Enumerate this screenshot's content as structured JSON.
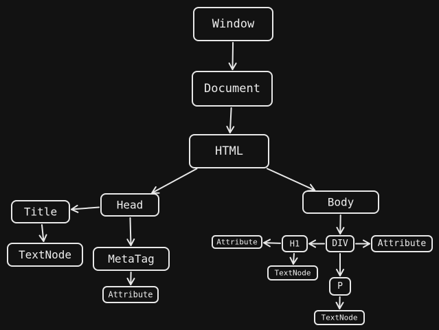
{
  "diagram": {
    "nodes": [
      {
        "id": "window",
        "label": "Window"
      },
      {
        "id": "document",
        "label": "Document"
      },
      {
        "id": "html",
        "label": "HTML"
      },
      {
        "id": "head",
        "label": "Head"
      },
      {
        "id": "body",
        "label": "Body"
      },
      {
        "id": "title",
        "label": "Title"
      },
      {
        "id": "title-textnode",
        "label": "TextNode"
      },
      {
        "id": "metatag",
        "label": "MetaTag"
      },
      {
        "id": "metatag-attribute",
        "label": "Attribute"
      },
      {
        "id": "div",
        "label": "DIV"
      },
      {
        "id": "h1",
        "label": "H1"
      },
      {
        "id": "h1-attribute",
        "label": "Attribute"
      },
      {
        "id": "div-attribute",
        "label": "Attribute"
      },
      {
        "id": "h1-textnode",
        "label": "TextNode"
      },
      {
        "id": "p",
        "label": "P"
      },
      {
        "id": "p-textnode",
        "label": "TextNode"
      }
    ],
    "edges": [
      {
        "from": "window",
        "to": "document"
      },
      {
        "from": "document",
        "to": "html"
      },
      {
        "from": "html",
        "to": "head"
      },
      {
        "from": "html",
        "to": "body"
      },
      {
        "from": "head",
        "to": "title"
      },
      {
        "from": "title",
        "to": "title-textnode"
      },
      {
        "from": "head",
        "to": "metatag"
      },
      {
        "from": "metatag",
        "to": "metatag-attribute"
      },
      {
        "from": "body",
        "to": "div"
      },
      {
        "from": "div",
        "to": "h1"
      },
      {
        "from": "div",
        "to": "div-attribute"
      },
      {
        "from": "h1",
        "to": "h1-attribute"
      },
      {
        "from": "h1",
        "to": "h1-textnode"
      },
      {
        "from": "div",
        "to": "p"
      },
      {
        "from": "p",
        "to": "p-textnode"
      }
    ]
  }
}
